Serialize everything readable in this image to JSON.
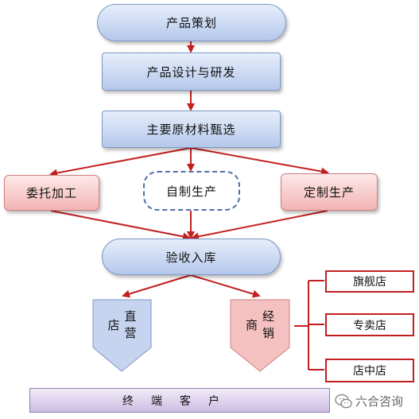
{
  "colors": {
    "arrow": "#c21f1f",
    "blue_fill": "#b5c8ea",
    "pink_fill": "#f3b4b4",
    "dashed_border": "#4f6fa6",
    "customer_fill": "#cdbde3"
  },
  "diagram": {
    "planning": "产品策划",
    "design": "产品设计与研发",
    "material": "主要原材料甄选",
    "outsource": "委托加工",
    "self_make": "自制生产",
    "custom_make": "定制生产",
    "inspection": "验收入库",
    "direct_store": "直营店",
    "distributor": "经销商",
    "flagship": "旗舰店",
    "specialty": "专卖店",
    "shop_in_shop": "店中店",
    "end_customer": "终端客户"
  },
  "watermark": {
    "icon": "wechat-icon",
    "text": "六合咨询"
  }
}
